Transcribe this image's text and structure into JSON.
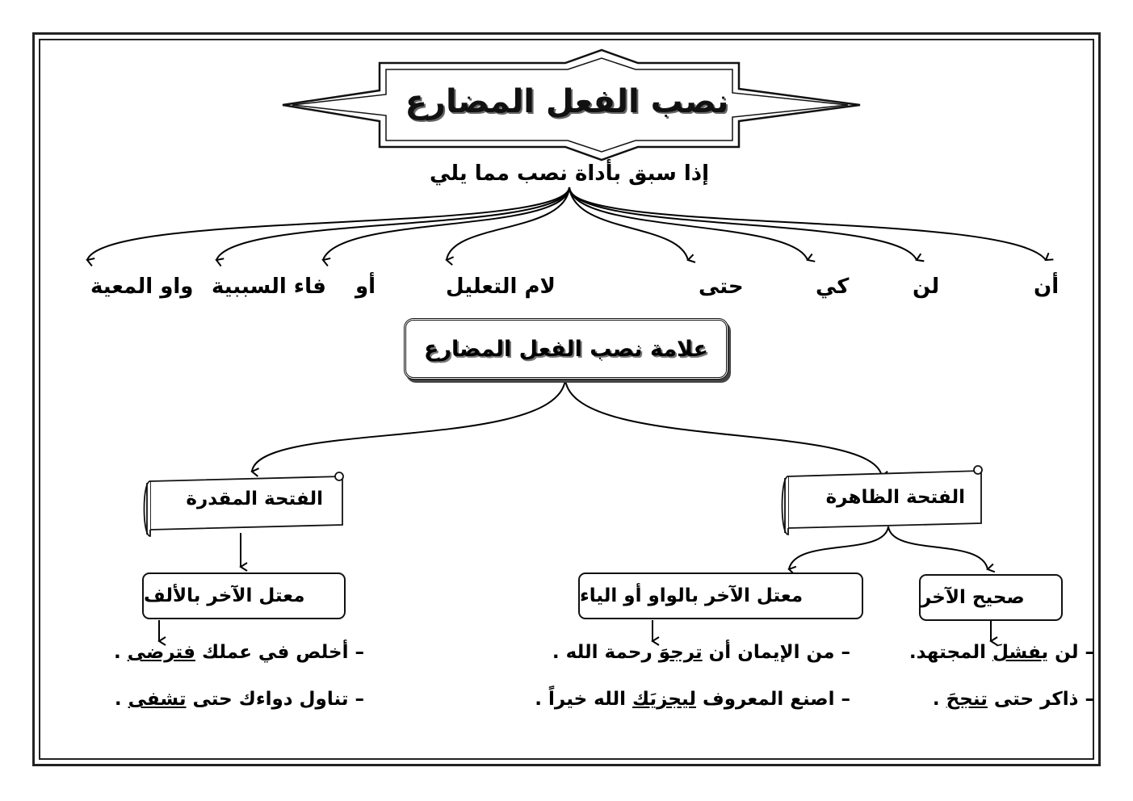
{
  "title": "نصب الفعل المضارع",
  "subtitle": "إذا سبق بأداة نصب مما يلي",
  "particles": [
    "أن",
    "لن",
    "كي",
    "حتى",
    "لام التعليل",
    "أو",
    "فاء السببية",
    "واو المعية"
  ],
  "signs_title": "علامة نصب الفعل المضارع",
  "branches": {
    "apparent": "الفتحة الظاهرة",
    "implied": "الفتحة المقدرة"
  },
  "categories": {
    "sound": "صحيح الآخر",
    "weak_waw_ya": "معتل الآخر بالواو أو الياء",
    "weak_alif": "معتل الآخر بالألف"
  },
  "examples": {
    "sound": [
      {
        "dash": "–",
        "before": "لن ",
        "verb": "يفشلَ",
        "after": " المجتهد."
      },
      {
        "dash": "–",
        "before": "ذاكر حتى ",
        "verb": "تنجحَ",
        "after": " ."
      }
    ],
    "weak_waw_ya": [
      {
        "dash": "–",
        "before": "من الإيمان أن ",
        "verb": "ترجوَ",
        "after": " رحمة الله ."
      },
      {
        "dash": "–",
        "before": "اصنع المعروف ",
        "verb": "ليجزيَك",
        "after": " الله خيراً ."
      }
    ],
    "weak_alif": [
      {
        "dash": "–",
        "before": "أخلص في عملك ",
        "verb": "فترضى",
        "after": " ."
      },
      {
        "dash": "–",
        "before": "تناول دواءك حتى ",
        "verb": "تشفى",
        "after": " ."
      }
    ]
  }
}
